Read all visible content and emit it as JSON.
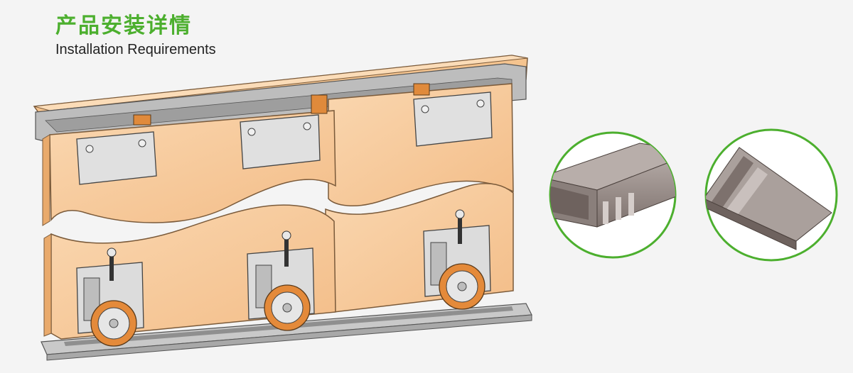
{
  "header": {
    "title_cn": "产品安装详情",
    "title_en": "Installation Requirements"
  },
  "colors": {
    "accent_green": "#4caf2e",
    "panel_wood": "#f7c99a",
    "panel_edge": "#e9aa6c",
    "rail_grey": "#c4c4c4",
    "metal": "#dcdcdc",
    "roller_orange": "#e48a3a",
    "profile_metal": "#9a8f8c"
  },
  "illustration": {
    "main": "sliding-door-track-assembly",
    "detail_left": "top-track-profile",
    "detail_right": "bottom-track-profile"
  }
}
